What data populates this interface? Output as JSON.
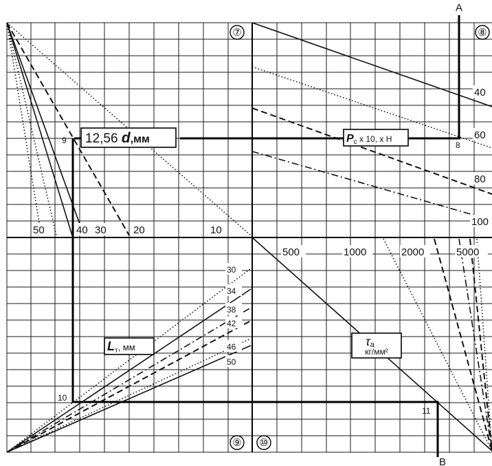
{
  "quadrants": [
    {
      "id": "7",
      "number": "⑦",
      "axis_label_var": "12,56",
      "axis_label_sym": "d",
      "axis_label_unit": ",мм",
      "curves": [
        {
          "label": "50"
        },
        {
          "label": "40"
        },
        {
          "label": "30"
        },
        {
          "label": "20"
        },
        {
          "label": "10"
        }
      ]
    },
    {
      "id": "8",
      "number": "⑧",
      "axis_label_var": "P",
      "axis_label_sub": "c",
      "axis_label_rest": " x 10, x H",
      "curves": [
        {
          "label": "40"
        },
        {
          "label": "60"
        },
        {
          "label": "80"
        },
        {
          "label": "100"
        }
      ]
    },
    {
      "id": "9",
      "number": "⑨",
      "axis_label_var": "L",
      "axis_label_sub": "т",
      "axis_label_rest": ", мм",
      "curves": [
        {
          "label": "30"
        },
        {
          "label": "34"
        },
        {
          "label": "38"
        },
        {
          "label": "42"
        },
        {
          "label": "46"
        },
        {
          "label": "50"
        }
      ]
    },
    {
      "id": "10",
      "number": "⑩",
      "axis_label_var": "τ",
      "axis_label_sub": "а",
      "axis_label_unit": "кг/мм²",
      "curves": [
        {
          "label": "500"
        },
        {
          "label": "1000"
        },
        {
          "label": "2000"
        },
        {
          "label": "5000"
        }
      ]
    }
  ],
  "key_path": {
    "start_label": "A",
    "end_label": "B",
    "point_labels": [
      "8",
      "9",
      "10",
      "11"
    ]
  },
  "colors": {
    "ink": "#111111",
    "background": "#ffffff"
  }
}
